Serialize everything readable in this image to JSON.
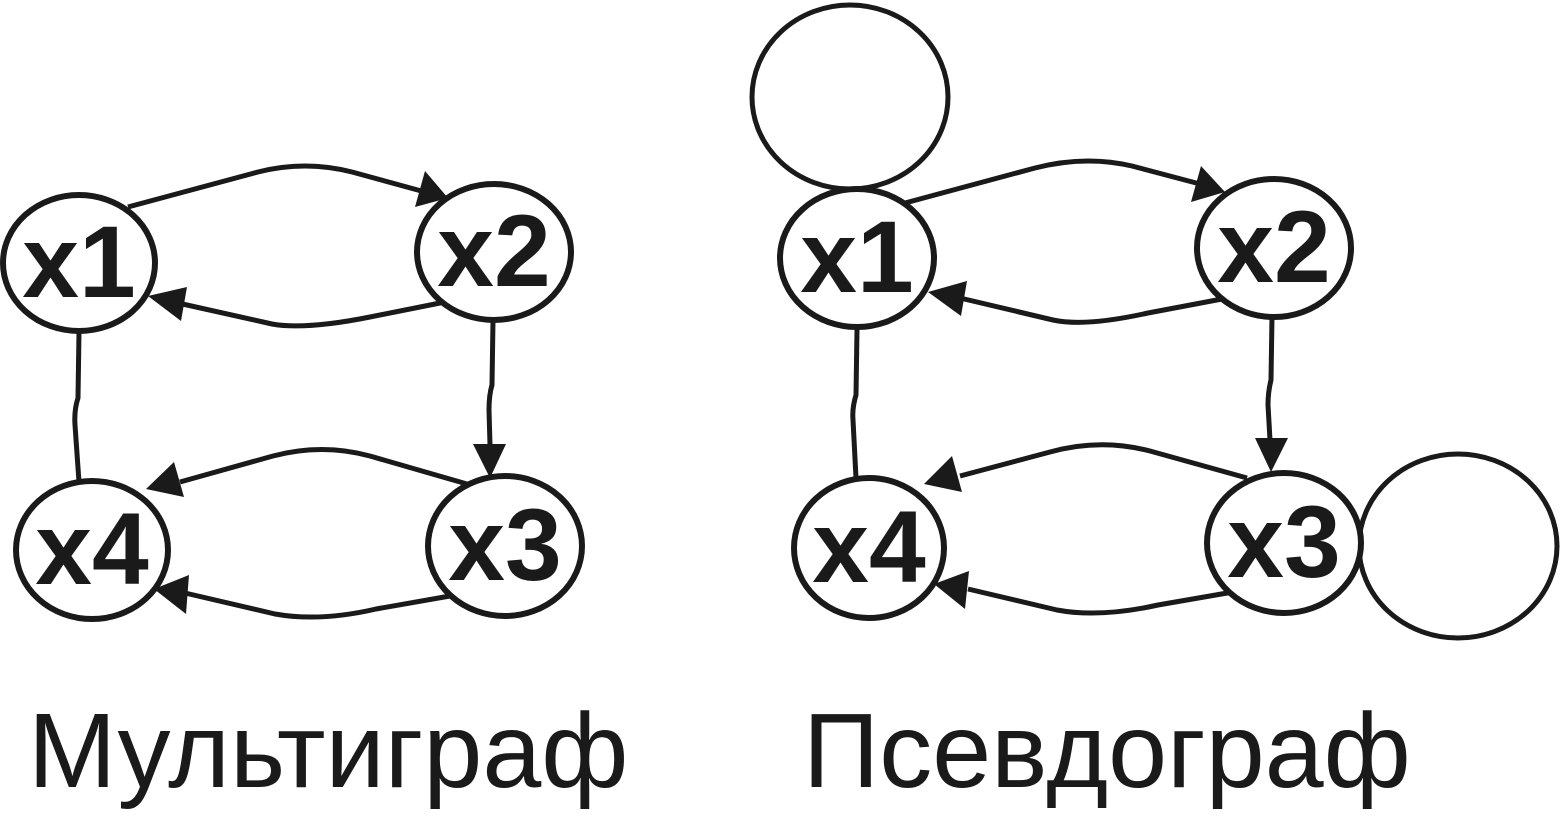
{
  "colors": {
    "stroke": "#1a1a1a",
    "background": "#ffffff"
  },
  "graphs": [
    {
      "caption": "Мультиграф",
      "nodes": {
        "x1": "x1",
        "x2": "x2",
        "x3": "x3",
        "x4": "x4"
      }
    },
    {
      "caption": "Псевдограф",
      "nodes": {
        "x1": "x1",
        "x2": "x2",
        "x3": "x3",
        "x4": "x4"
      }
    }
  ]
}
